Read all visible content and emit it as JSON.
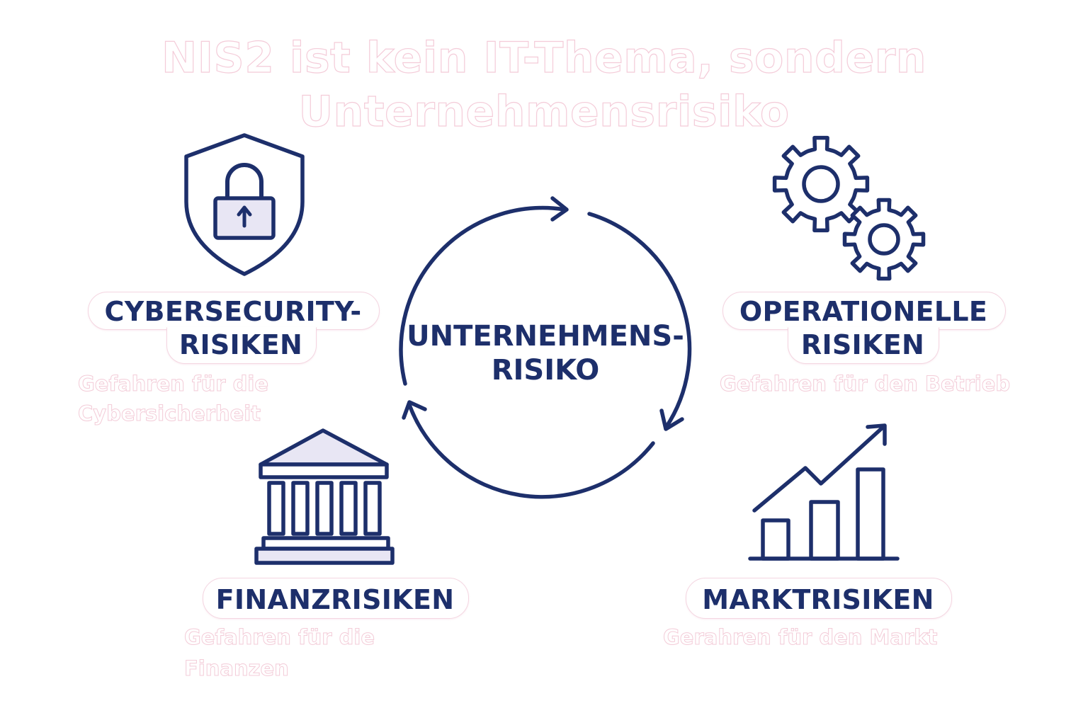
{
  "title": {
    "line1": "NIS2 ist kein IT-Thema, sondern",
    "line2": "Unternehmensrisiko"
  },
  "center": {
    "line1": "UNTERNEHMENS-",
    "line2": "RISIKO"
  },
  "risks": {
    "cyber": {
      "label_line1": "CYBERSECURITY-",
      "label_line2": "RISIKEN",
      "desc_line1": "Gefahren für die",
      "desc_line2": "Cybersicherheit",
      "icon": "shield-lock-icon"
    },
    "operational": {
      "label_line1": "OPERATIONELLE",
      "label_line2": "RISIKEN",
      "desc_line1": "Gefahren für den Betrieb",
      "icon": "gears-icon"
    },
    "financial": {
      "label_line1": "FINANZRISIKEN",
      "desc_line1": "Gefahren für die",
      "desc_line2": "Finanzen",
      "icon": "bank-icon"
    },
    "market": {
      "label_line1": "MARKTRISIKEN",
      "desc_line1": "Gerahren für den Markt",
      "icon": "chart-up-icon"
    }
  },
  "colors": {
    "navy": "#1d2f6b",
    "pink_outline": "#f3ccd8",
    "lavender_fill": "#e8e6f4"
  }
}
